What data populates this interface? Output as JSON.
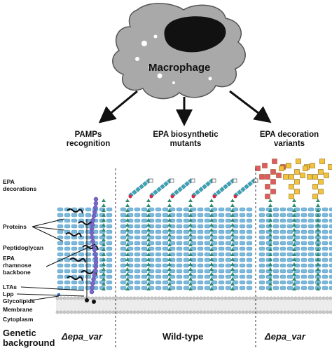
{
  "macrophage_label": "Macrophage",
  "columns": {
    "left_title_1": "PAMPs",
    "left_title_2": "recognition",
    "mid_title_1": "EPA biosynthetic",
    "mid_title_2": "mutants",
    "right_title_1": "EPA decoration",
    "right_title_2": "variants"
  },
  "side_labels": {
    "epa_decorations_1": "EPA",
    "epa_decorations_2": "decorations",
    "proteins": "Proteins",
    "peptidoglycan": "Peptidoglycan",
    "rhamnose_1": "EPA",
    "rhamnose_2": "rhamnose",
    "rhamnose_3": "backbone",
    "ltas": "LTAs",
    "lpp": "Lpp",
    "glycolipids": "Glycolipids",
    "membrane": "Membrane",
    "cytoplasm": "Cytoplasm"
  },
  "genetic_background": {
    "label_1": "Genetic",
    "label_2": "background",
    "left": "Δepa_var",
    "middle": "Wild-type",
    "right": "Δepa_var"
  },
  "colors": {
    "macrophage_body": "#a9a9a9",
    "nucleus": "#111111",
    "peptidoglycan": "#7ab9dc",
    "rhamnose_backbone": "#2e8a6b",
    "decoration_red": "#e05a63",
    "decoration_yellow": "#f2c43c",
    "lta": "#7a68c8",
    "membrane": "#c8c8c8"
  }
}
